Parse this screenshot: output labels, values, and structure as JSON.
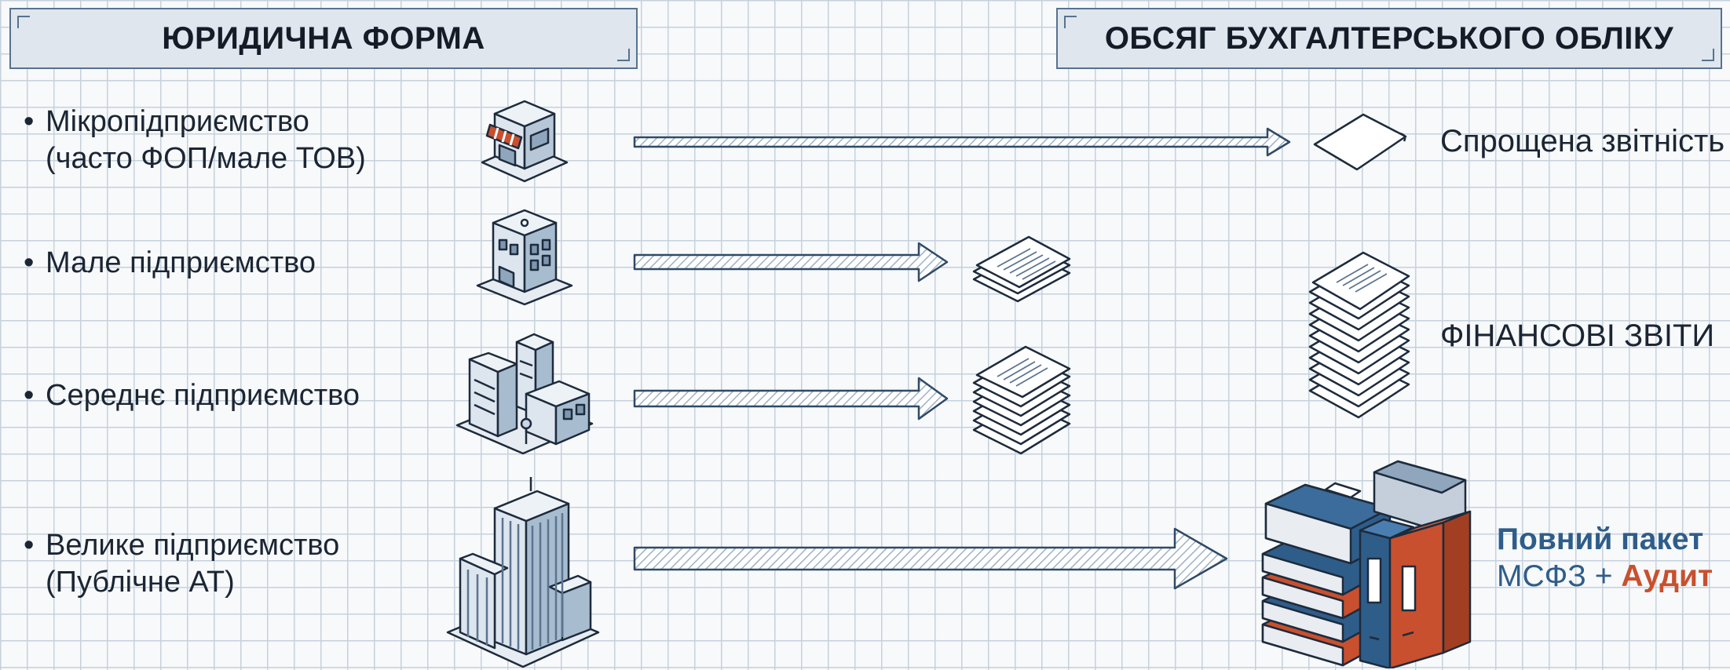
{
  "headers": {
    "left": "ЮРИДИЧНА ФОРМА",
    "right": "ОБСЯГ БУХГАЛТЕРСЬКОГО ОБЛІКУ"
  },
  "rows": [
    {
      "line1": "Мікропідприємство",
      "line2": "(часто ФОП/мале ТОВ)",
      "icon": "storefront-icon"
    },
    {
      "line1": "Мале підприємство",
      "line2": "",
      "icon": "small-building-icon"
    },
    {
      "line1": "Середнє підприємство",
      "line2": "",
      "icon": "office-complex-icon"
    },
    {
      "line1": "Велике підприємство",
      "line2": "(Публічне АТ)",
      "icon": "skyscraper-icon"
    }
  ],
  "outputs": {
    "simplified": "Спрощена звітність",
    "financial": "ФІНАНСОВІ ЗВІТИ",
    "package_line1": "Повний пакет",
    "package_ifrs": "МСФЗ",
    "package_plus": "+",
    "package_audit": "Аудит"
  },
  "bullet": "•",
  "colors": {
    "blue": "#2f5d8a",
    "orange": "#c8502e",
    "outline": "#58728f"
  }
}
